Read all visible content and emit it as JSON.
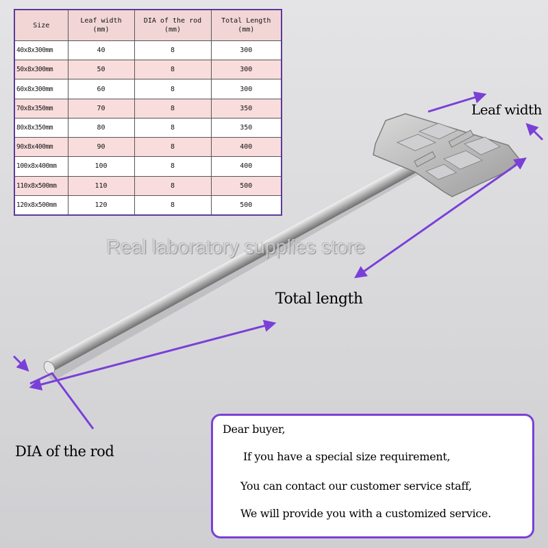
{
  "table": {
    "headers": [
      {
        "line1": "Size",
        "line2": ""
      },
      {
        "line1": "Leaf width",
        "line2": "(mm)"
      },
      {
        "line1": "DIA of the rod",
        "line2": "(mm)"
      },
      {
        "line1": "Total Length",
        "line2": "(mm)"
      }
    ],
    "rows": [
      [
        "40x8x300mm",
        "40",
        "8",
        "300"
      ],
      [
        "50x8x300mm",
        "50",
        "8",
        "300"
      ],
      [
        "60x8x300mm",
        "60",
        "8",
        "300"
      ],
      [
        "70x8x350mm",
        "70",
        "8",
        "350"
      ],
      [
        "80x8x350mm",
        "80",
        "8",
        "350"
      ],
      [
        "90x8x400mm",
        "90",
        "8",
        "400"
      ],
      [
        "100x8x400mm",
        "100",
        "8",
        "400"
      ],
      [
        "110x8x500mm",
        "110",
        "8",
        "500"
      ],
      [
        "120x8x500mm",
        "120",
        "8",
        "500"
      ]
    ]
  },
  "labels": {
    "leaf_width": "Leaf width",
    "total_length": "Total length",
    "dia_of_rod": "DIA of the rod"
  },
  "watermark": "Real laboratory supplies store",
  "notice": {
    "greeting": "Dear buyer,",
    "line1": "If you have a special size requirement,",
    "line2": "You can contact our customer service staff,",
    "line3": "We will provide you with a customized service."
  },
  "colors": {
    "accent_purple": "#7a3fd8",
    "table_row_pink": "#f9dcdc",
    "background_gray": "#dcdcde"
  }
}
